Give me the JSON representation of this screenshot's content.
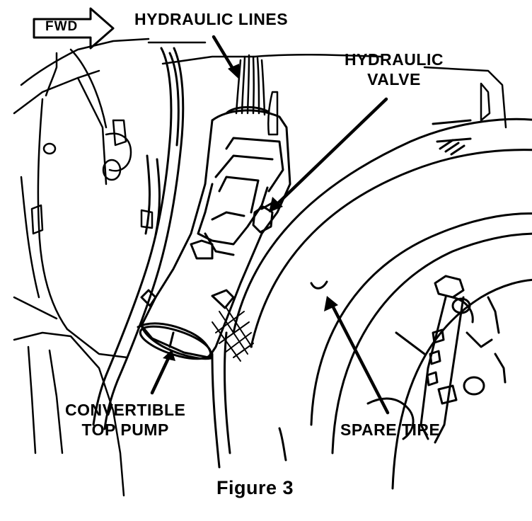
{
  "direction_arrow": {
    "label": "FWD"
  },
  "callouts": {
    "hydraulic_lines": "HYDRAULIC LINES",
    "hydraulic_valve_line1": "HYDRAULIC",
    "hydraulic_valve_line2": "VALVE",
    "convertible_pump_line1": "CONVERTIBLE",
    "convertible_pump_line2": "TOP PUMP",
    "spare_tire": "SPARE TIRE"
  },
  "caption": "Figure 3",
  "colors": {
    "ink": "#000000",
    "paper": "#ffffff"
  }
}
